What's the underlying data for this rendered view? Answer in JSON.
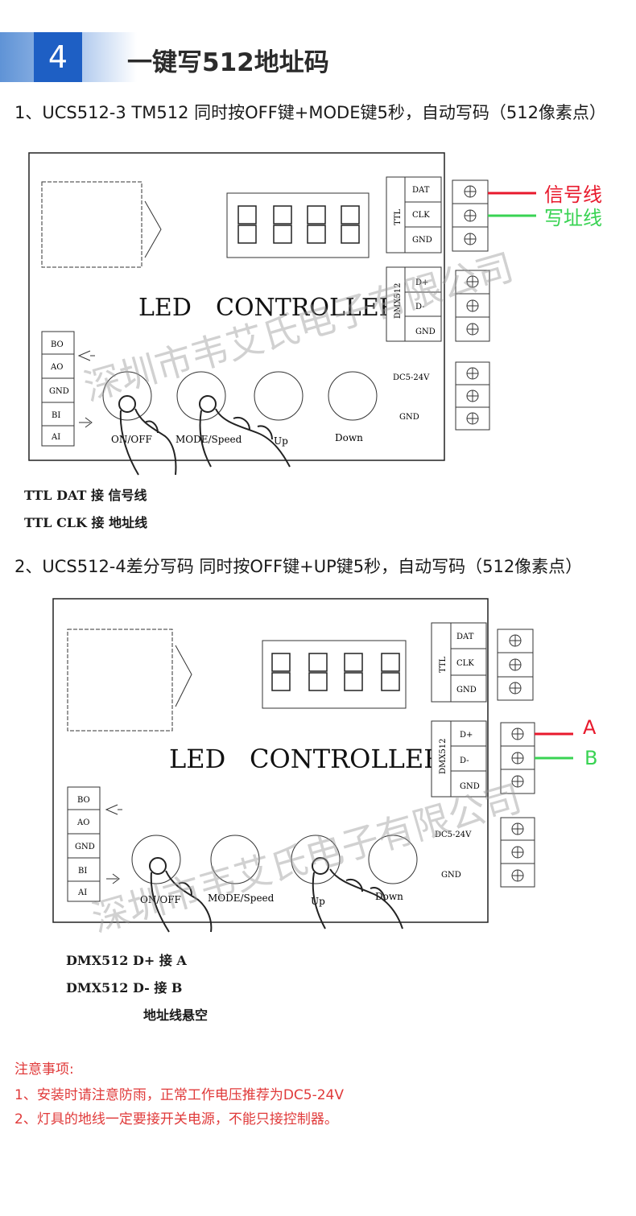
{
  "section": {
    "number": "4",
    "title": "一键写512地址码"
  },
  "step1": {
    "text": "1、UCS512-3 TM512 同时按OFF键+MODE键5秒，自动写码（512像素点）",
    "wire_signal": "信号线",
    "wire_address": "写址线",
    "connect_lines": [
      "TTL DAT 接   信号线",
      "TTL CLK 接   地址线"
    ]
  },
  "step2": {
    "text": "2、UCS512-4差分写码 同时按OFF键+UP键5秒，自动写码（512像素点）",
    "wire_a": "A",
    "wire_b": "B",
    "connect_lines": [
      "DMX512 D+ 接 A",
      "DMX512 D- 接 B",
      "地址线悬空"
    ]
  },
  "controller": {
    "title_led": "LED",
    "title_controller": "CONTROLLER",
    "ttl_label": "TTL",
    "ttl_pins": [
      "DAT",
      "CLK",
      "GND"
    ],
    "dmx_label": "DMX512",
    "dmx_pins": [
      "D+",
      "D-",
      "GND"
    ],
    "side_pins": [
      "BO",
      "AO",
      "GND",
      "BI",
      "AI"
    ],
    "power_label": "DC5-24V",
    "gnd_label": "GND",
    "buttons": [
      "ON/OFF",
      "MODE/Speed",
      "Up",
      "Down"
    ]
  },
  "watermark": "深圳市韦艾氏电子有限公司",
  "notes": {
    "title": "注意事项:",
    "items": [
      "1、安装时请注意防雨，正常工作电压推荐为DC5-24V",
      "2、灯具的地线一定要接开关电源，不能只接控制器。"
    ]
  },
  "colors": {
    "accent": "#1e5fc4",
    "signal_wire": "#e8192c",
    "address_wire": "#39d353",
    "note_text": "#e03a3a",
    "watermark": "#9a9a9a"
  }
}
